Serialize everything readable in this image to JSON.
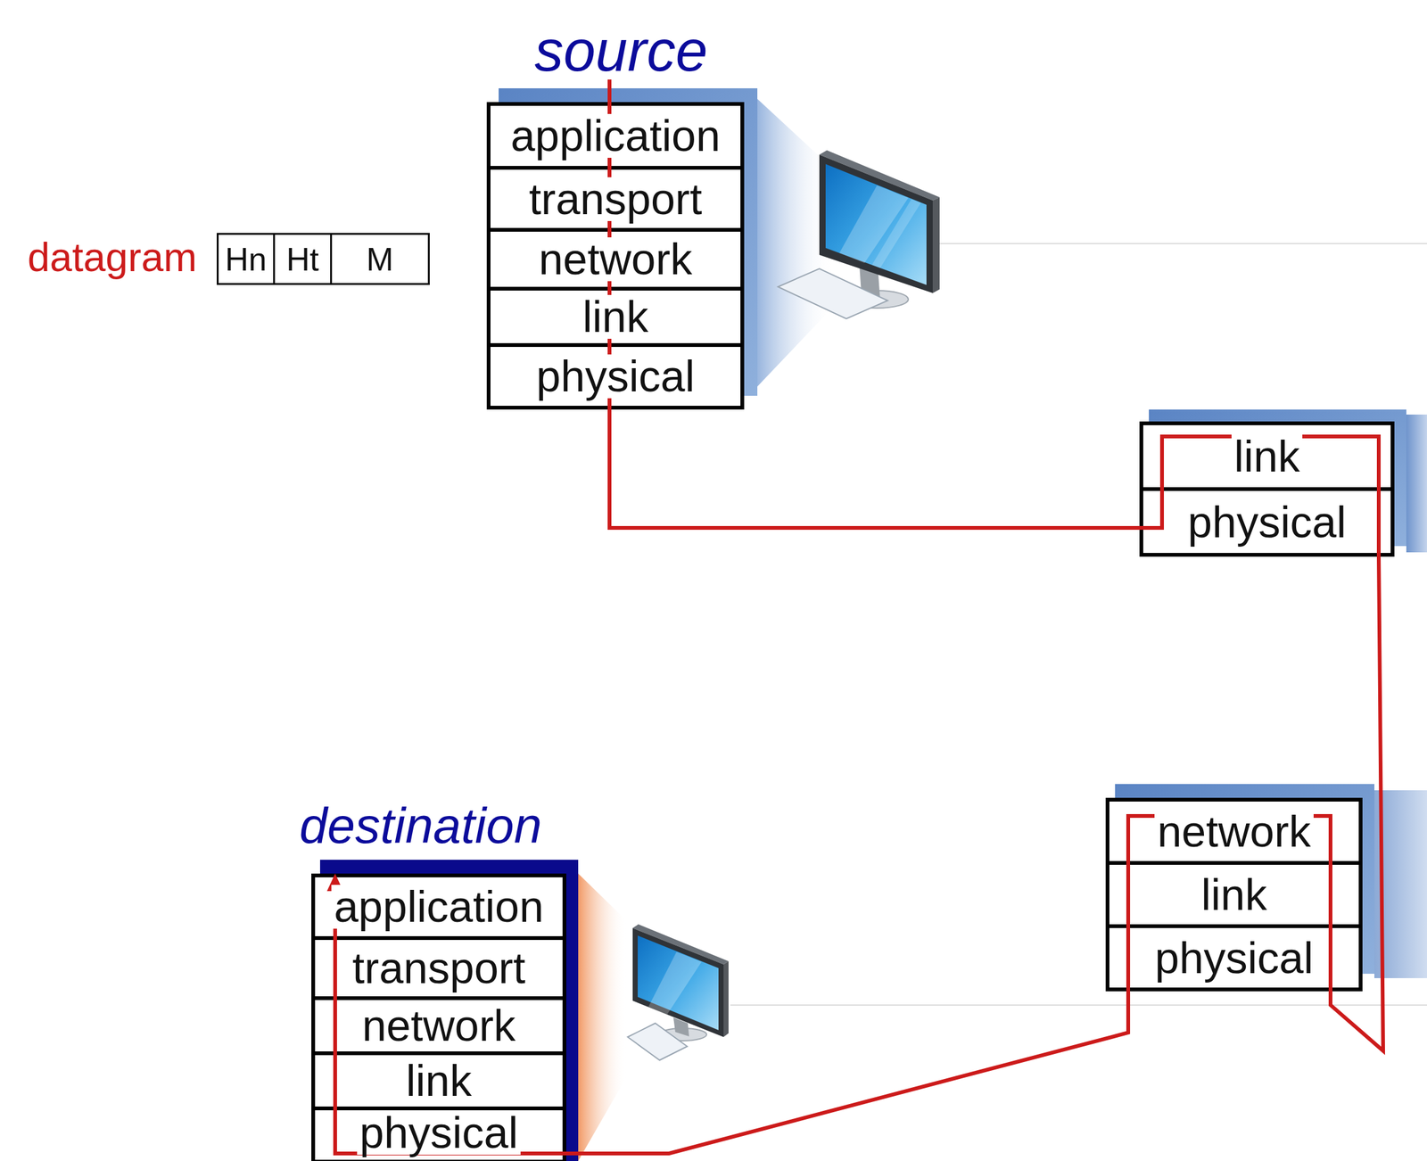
{
  "diagram": {
    "nodes": [
      {
        "text": [
          "source"
        ]
      },
      {
        "text": [
          "application"
        ],
        "in": 0
      },
      {
        "text": [
          "transport"
        ],
        "in": 0
      },
      {
        "text": [
          "network"
        ],
        "in": 0
      },
      {
        "text": [
          "link"
        ],
        "in": 0
      },
      {
        "text": [
          "physical"
        ],
        "in": 0
      },
      {
        "text": [
          "Hn"
        ]
      },
      {
        "text": [
          "Ht"
        ]
      },
      {
        "text": [
          "M"
        ]
      },
      {
        "text": [
          "link"
        ]
      },
      {
        "text": [
          "physical"
        ]
      },
      {
        "text": [
          "network"
        ]
      },
      {
        "text": [
          "link"
        ]
      },
      {
        "text": [
          "physical"
        ]
      },
      {
        "text": [
          "destination"
        ]
      },
      {
        "text": [
          "application"
        ],
        "in": 14
      },
      {
        "text": [
          "transport"
        ],
        "in": 14
      },
      {
        "text": [
          "network"
        ],
        "in": 14
      },
      {
        "text": [
          "link"
        ],
        "in": 14
      },
      {
        "text": [
          "physical"
        ],
        "in": 14
      }
    ],
    "edges": [
      {
        "from": 5,
        "to": 10,
        "arrow": "none"
      },
      {
        "from": 10,
        "to": 13,
        "arrow": "none"
      },
      {
        "from": 13,
        "to": 15,
        "arrow": "to"
      }
    ],
    "labels": [
      "datagram"
    ]
  }
}
